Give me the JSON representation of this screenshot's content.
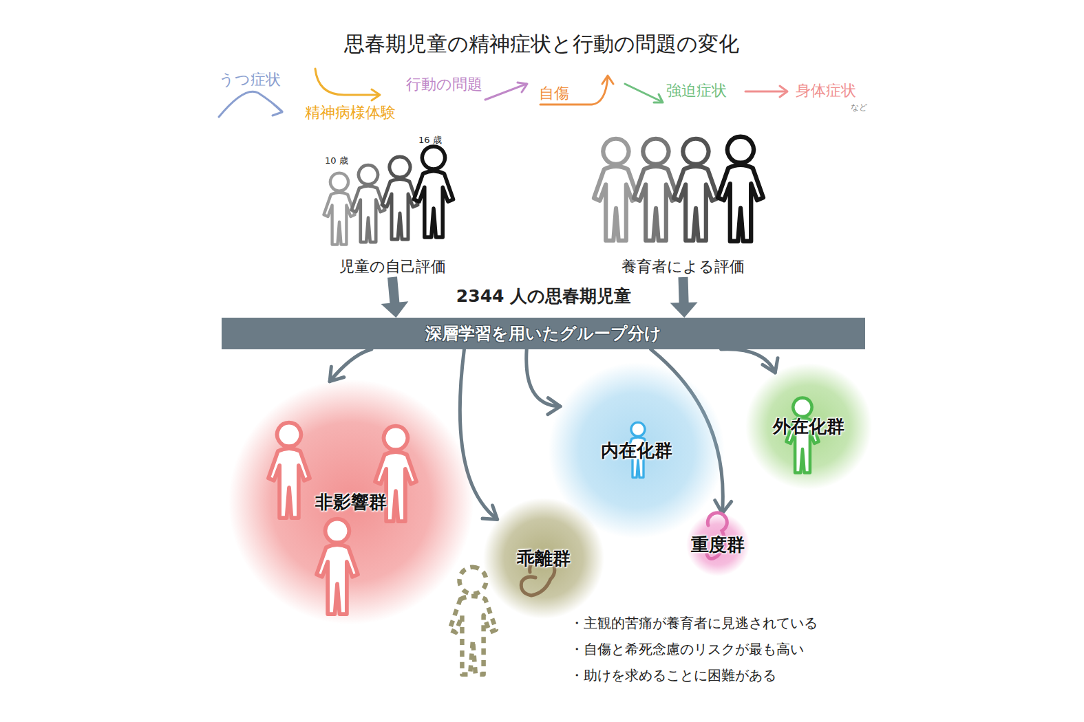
{
  "diagram": {
    "title": "思春期児童の精神症状と行動の問題の変化",
    "nodes": [
      {
        "text": [
          "児童の自己評価"
        ]
      },
      {
        "text": [
          "養育者による評価"
        ]
      },
      {
        "text": [
          "深層学習を用いたグループ分け"
        ]
      },
      {
        "text": [
          "非影響群"
        ]
      },
      {
        "text": [
          "乖離群"
        ]
      },
      {
        "text": [
          "内在化群"
        ]
      },
      {
        "text": [
          "重度群"
        ]
      },
      {
        "text": [
          "外在化群"
        ]
      }
    ],
    "edges": [
      {
        "from": 0,
        "to": 2,
        "arrow": "to"
      },
      {
        "from": 1,
        "to": 2,
        "arrow": "to"
      },
      {
        "from": 2,
        "to": 3,
        "arrow": "to"
      },
      {
        "from": 2,
        "to": 4,
        "arrow": "to"
      },
      {
        "from": 2,
        "to": 5,
        "arrow": "to"
      },
      {
        "from": 2,
        "to": 6,
        "arrow": "to"
      },
      {
        "from": 2,
        "to": 7,
        "arrow": "to"
      }
    ],
    "labels": [
      "うつ症状",
      "精神病様体験",
      "行動の問題",
      "自傷",
      "強迫症状",
      "身体症状",
      "など",
      "10 歳",
      "16 歳",
      "2344 人の思春期児童",
      "・主観的苦痛が養育者に見逃されている",
      "・自傷と希死念慮のリスクが最も高い",
      "・助けを求めることに困難がある"
    ]
  }
}
